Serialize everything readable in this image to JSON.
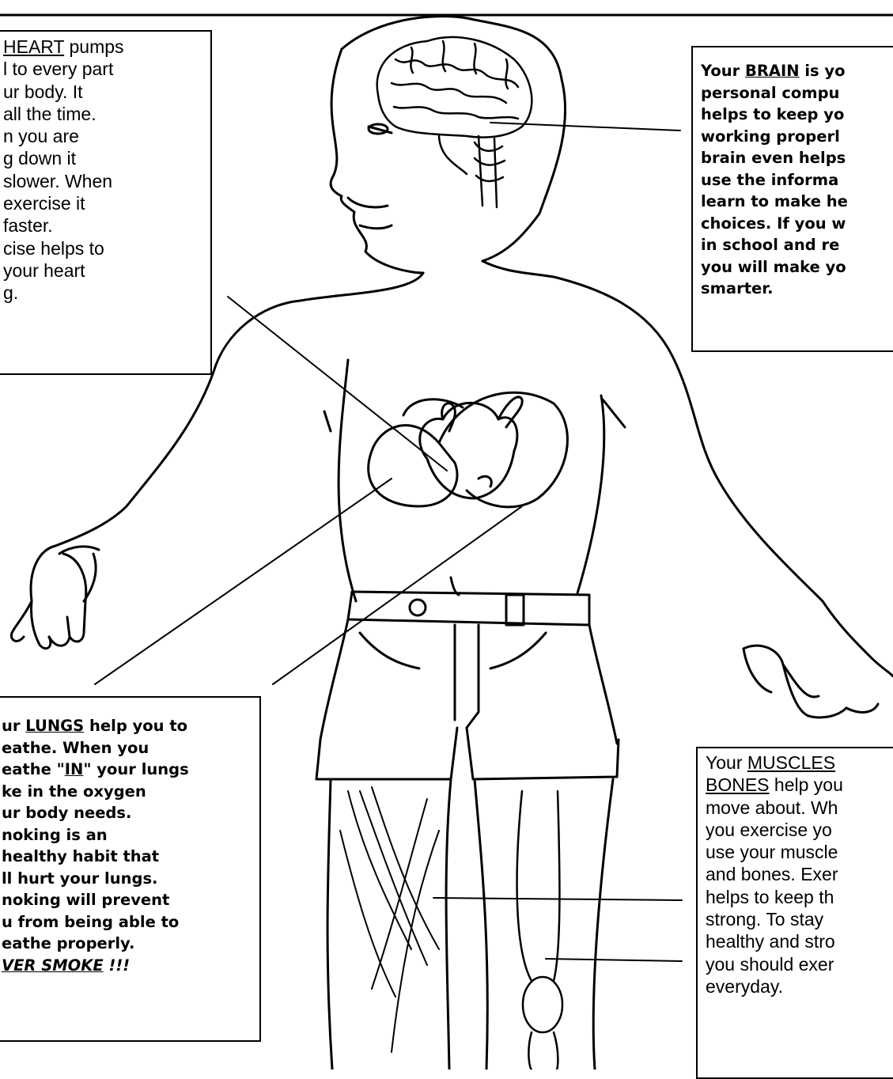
{
  "heart": {
    "lines": [
      {
        "pre": "",
        "term": "HEART",
        "post": " pumps"
      },
      {
        "text": "l to every part"
      },
      {
        "text": "ur body. It"
      },
      {
        "text": "all the time."
      },
      {
        "text": "n you are"
      },
      {
        "text": "g down it"
      },
      {
        "text": "slower. When"
      },
      {
        "text": "exercise it"
      },
      {
        "text": "faster."
      },
      {
        "text": "cise helps to"
      },
      {
        "text": "your heart"
      },
      {
        "text": "g."
      }
    ]
  },
  "brain": {
    "lines": [
      {
        "pre": "Your ",
        "term": "BRAIN",
        "post": " is yo"
      },
      {
        "text": "personal compu"
      },
      {
        "text": "helps to keep yo"
      },
      {
        "text": "working properl"
      },
      {
        "text": "brain even helps"
      },
      {
        "text": "use the informa"
      },
      {
        "text": "learn to make he"
      },
      {
        "text": "choices. If you w"
      },
      {
        "text": "in school and re"
      },
      {
        "text": "you will make yo"
      },
      {
        "text": "smarter."
      }
    ]
  },
  "lungs": {
    "lines": [
      {
        "pre": "ur ",
        "term": "LUNGS",
        "post": " help you to"
      },
      {
        "text": "eathe. When you"
      },
      {
        "pre": "eathe \"",
        "term": "IN",
        "post": "\" your lungs"
      },
      {
        "text": "ke in the oxygen"
      },
      {
        "text": "ur body needs."
      },
      {
        "text": "noking is an"
      },
      {
        "text": "healthy habit that"
      },
      {
        "text": "ll hurt your lungs."
      },
      {
        "text": "noking will prevent"
      },
      {
        "text": "u from being able to"
      },
      {
        "text": "eathe properly."
      },
      {
        "pre": "",
        "term": "VER SMOKE",
        "post": " !!!"
      }
    ]
  },
  "muscles": {
    "lines": [
      {
        "pre": "Your ",
        "term": "MUSCLES",
        "post": ""
      },
      {
        "pre": "",
        "term": "BONES",
        "post": " help you"
      },
      {
        "text": "move about. Wh"
      },
      {
        "text": "you exercise yo"
      },
      {
        "text": "use your muscle"
      },
      {
        "text": "and bones. Exer"
      },
      {
        "text": "helps to keep th"
      },
      {
        "text": "strong. To stay"
      },
      {
        "text": "healthy and stro"
      },
      {
        "text": "you should exer"
      },
      {
        "text": "everyday."
      }
    ]
  }
}
